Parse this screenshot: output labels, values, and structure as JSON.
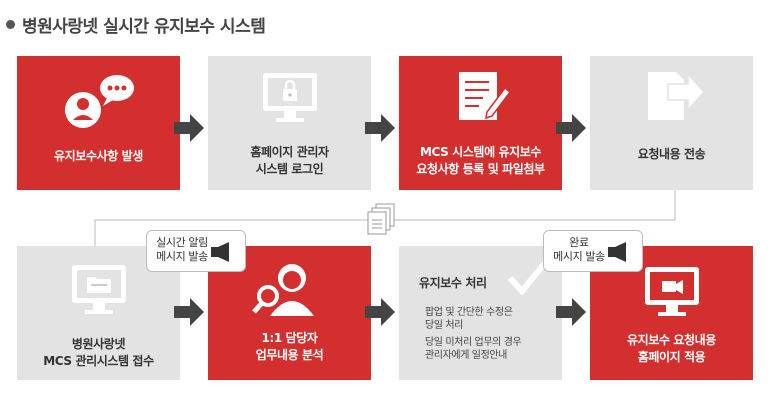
{
  "title": "병원사랑넷 실시간 유지보수 시스템",
  "steps": {
    "s1": "유지보수사항 발생",
    "s2": "홈페이지 관리자\n시스템 로그인",
    "s3": "MCS 시스템에 유지보수\n요청사항 등록 및 파일첨부",
    "s4": "요청내용 전송",
    "s5": "병원사랑넷\nMCS 관리시스템 접수",
    "s6": "1:1 담당자\n업무내용 분석",
    "s7_title": "유지보수 처리",
    "s7_line1": "팝업 및 간단한 수정은\n당일 처리",
    "s7_line2": "당일 미처리 업무의 경우\n관리자에게 일정안내",
    "s8": "유지보수 요청내용\n홈페이지 적용"
  },
  "bubbles": {
    "b1": "실시간 알림\n메시지 발송",
    "b2": "완료\n메시지 발송"
  },
  "colors": {
    "red": "#d32f2f",
    "grey": "#e3e3e3",
    "arrow": "#444444"
  },
  "icons": [
    "user-chat-icon",
    "lock-monitor-icon",
    "document-pen-icon",
    "send-document-icon",
    "documents-icon",
    "folder-monitor-icon",
    "user-search-icon",
    "check-icon",
    "monitor-camera-icon",
    "speaker-icon"
  ]
}
